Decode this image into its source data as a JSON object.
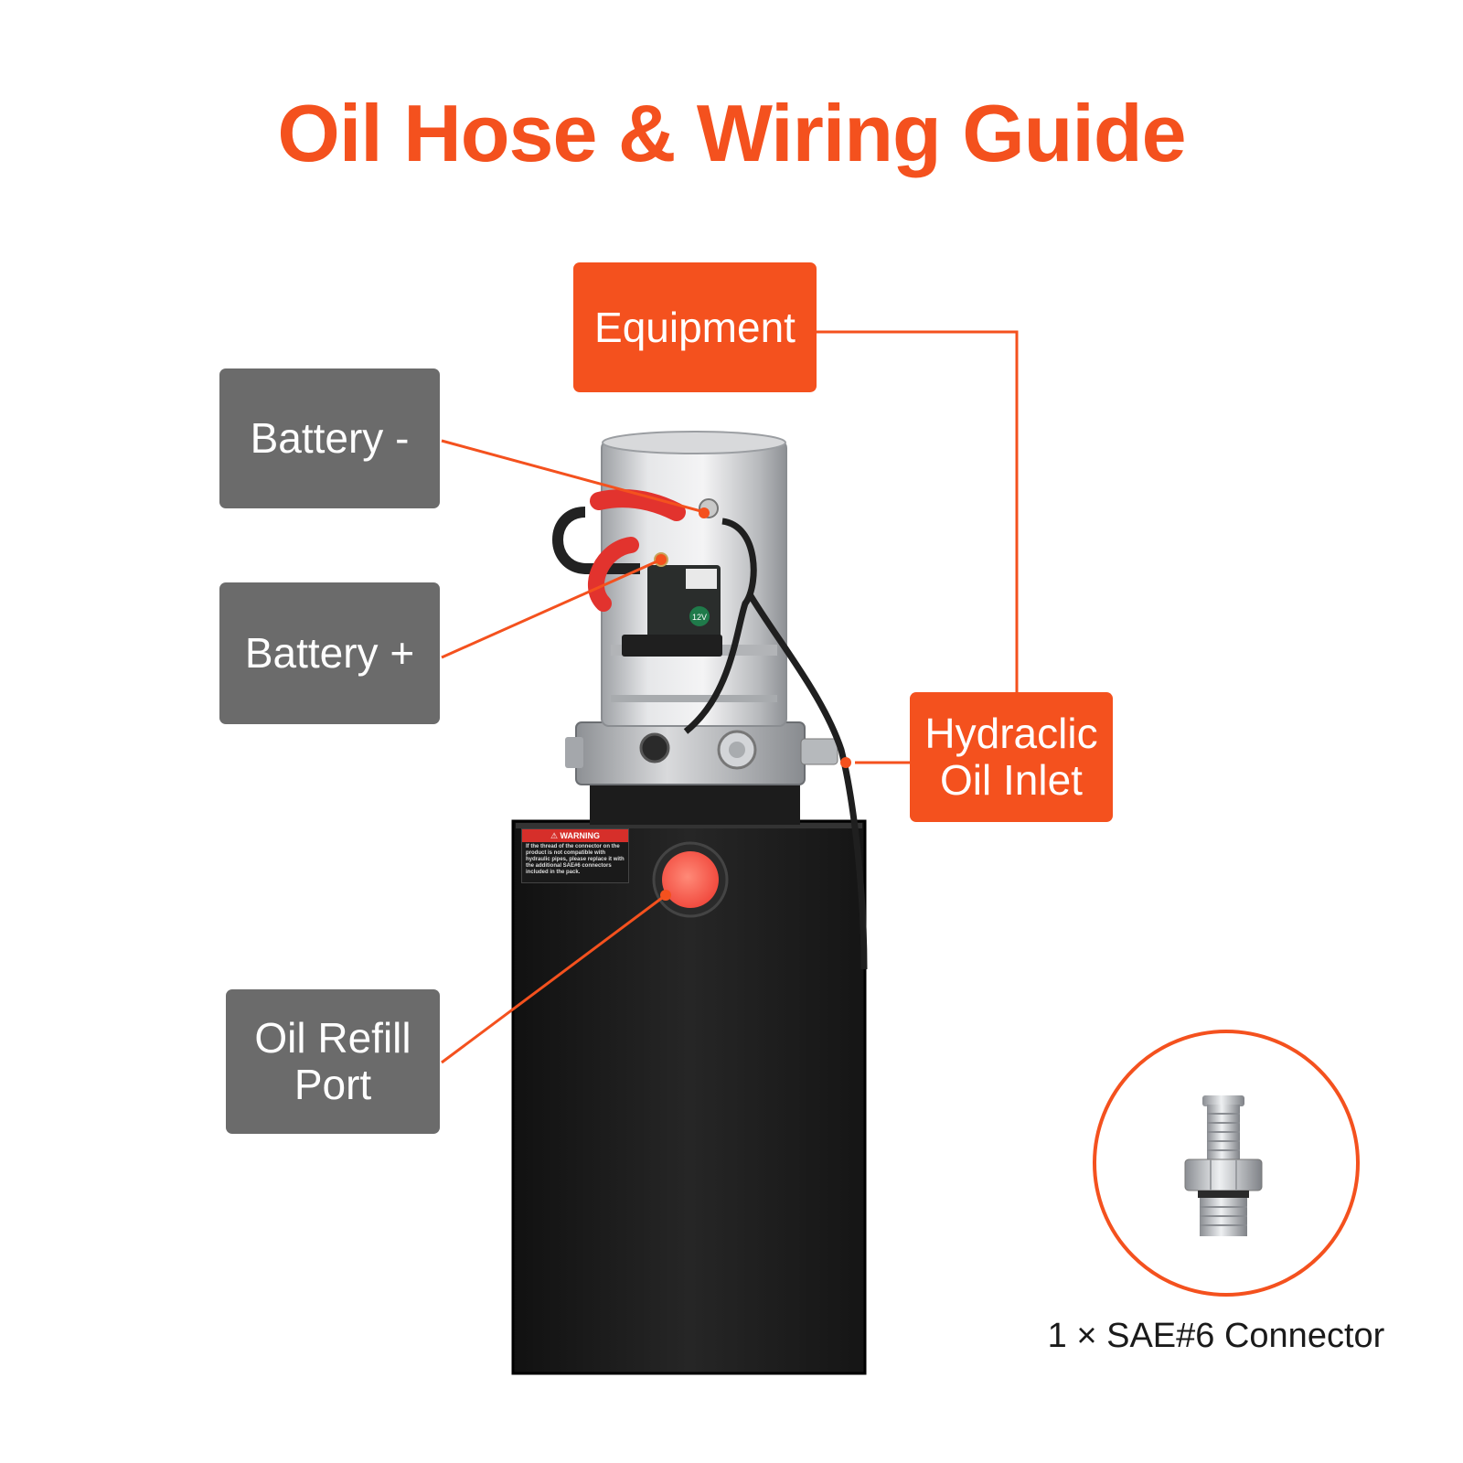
{
  "title": "Oil Hose & Wiring Guide",
  "colors": {
    "accent": "#f4511e",
    "callout_gray": "#6b6b6b",
    "tank": "#1b1b1b",
    "motor": "#c9cbce"
  },
  "callouts": {
    "equipment": "Equipment",
    "battery_negative": "Battery -",
    "battery_positive": "Battery +",
    "hydraulic_inlet": "Hydraclic\nOil Inlet",
    "oil_refill": "Oil Refill\nPort"
  },
  "warning_label": {
    "heading": "WARNING",
    "text": "If the thread of the connector on the product is not compatible with hydraulic pipes, please replace it with the additional SAE#6 connectors included in the pack."
  },
  "motor_badge": "12V",
  "connector_caption": "1 × SAE#6 Connector"
}
